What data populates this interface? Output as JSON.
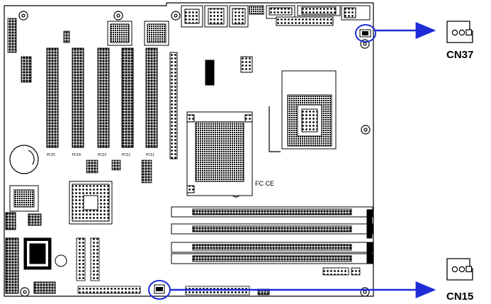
{
  "callouts": [
    {
      "id": "cn37",
      "label": "CN37"
    },
    {
      "id": "cn15",
      "label": "CN15"
    }
  ],
  "board": {
    "slot_labels": [
      "PCI5",
      "PCI4",
      "PCI3",
      "PCI2",
      "PCI1"
    ],
    "fc_mark": "FC CE"
  },
  "colors": {
    "outline": "#000000",
    "callout": "#1f2cd8",
    "background": "#ffffff"
  }
}
